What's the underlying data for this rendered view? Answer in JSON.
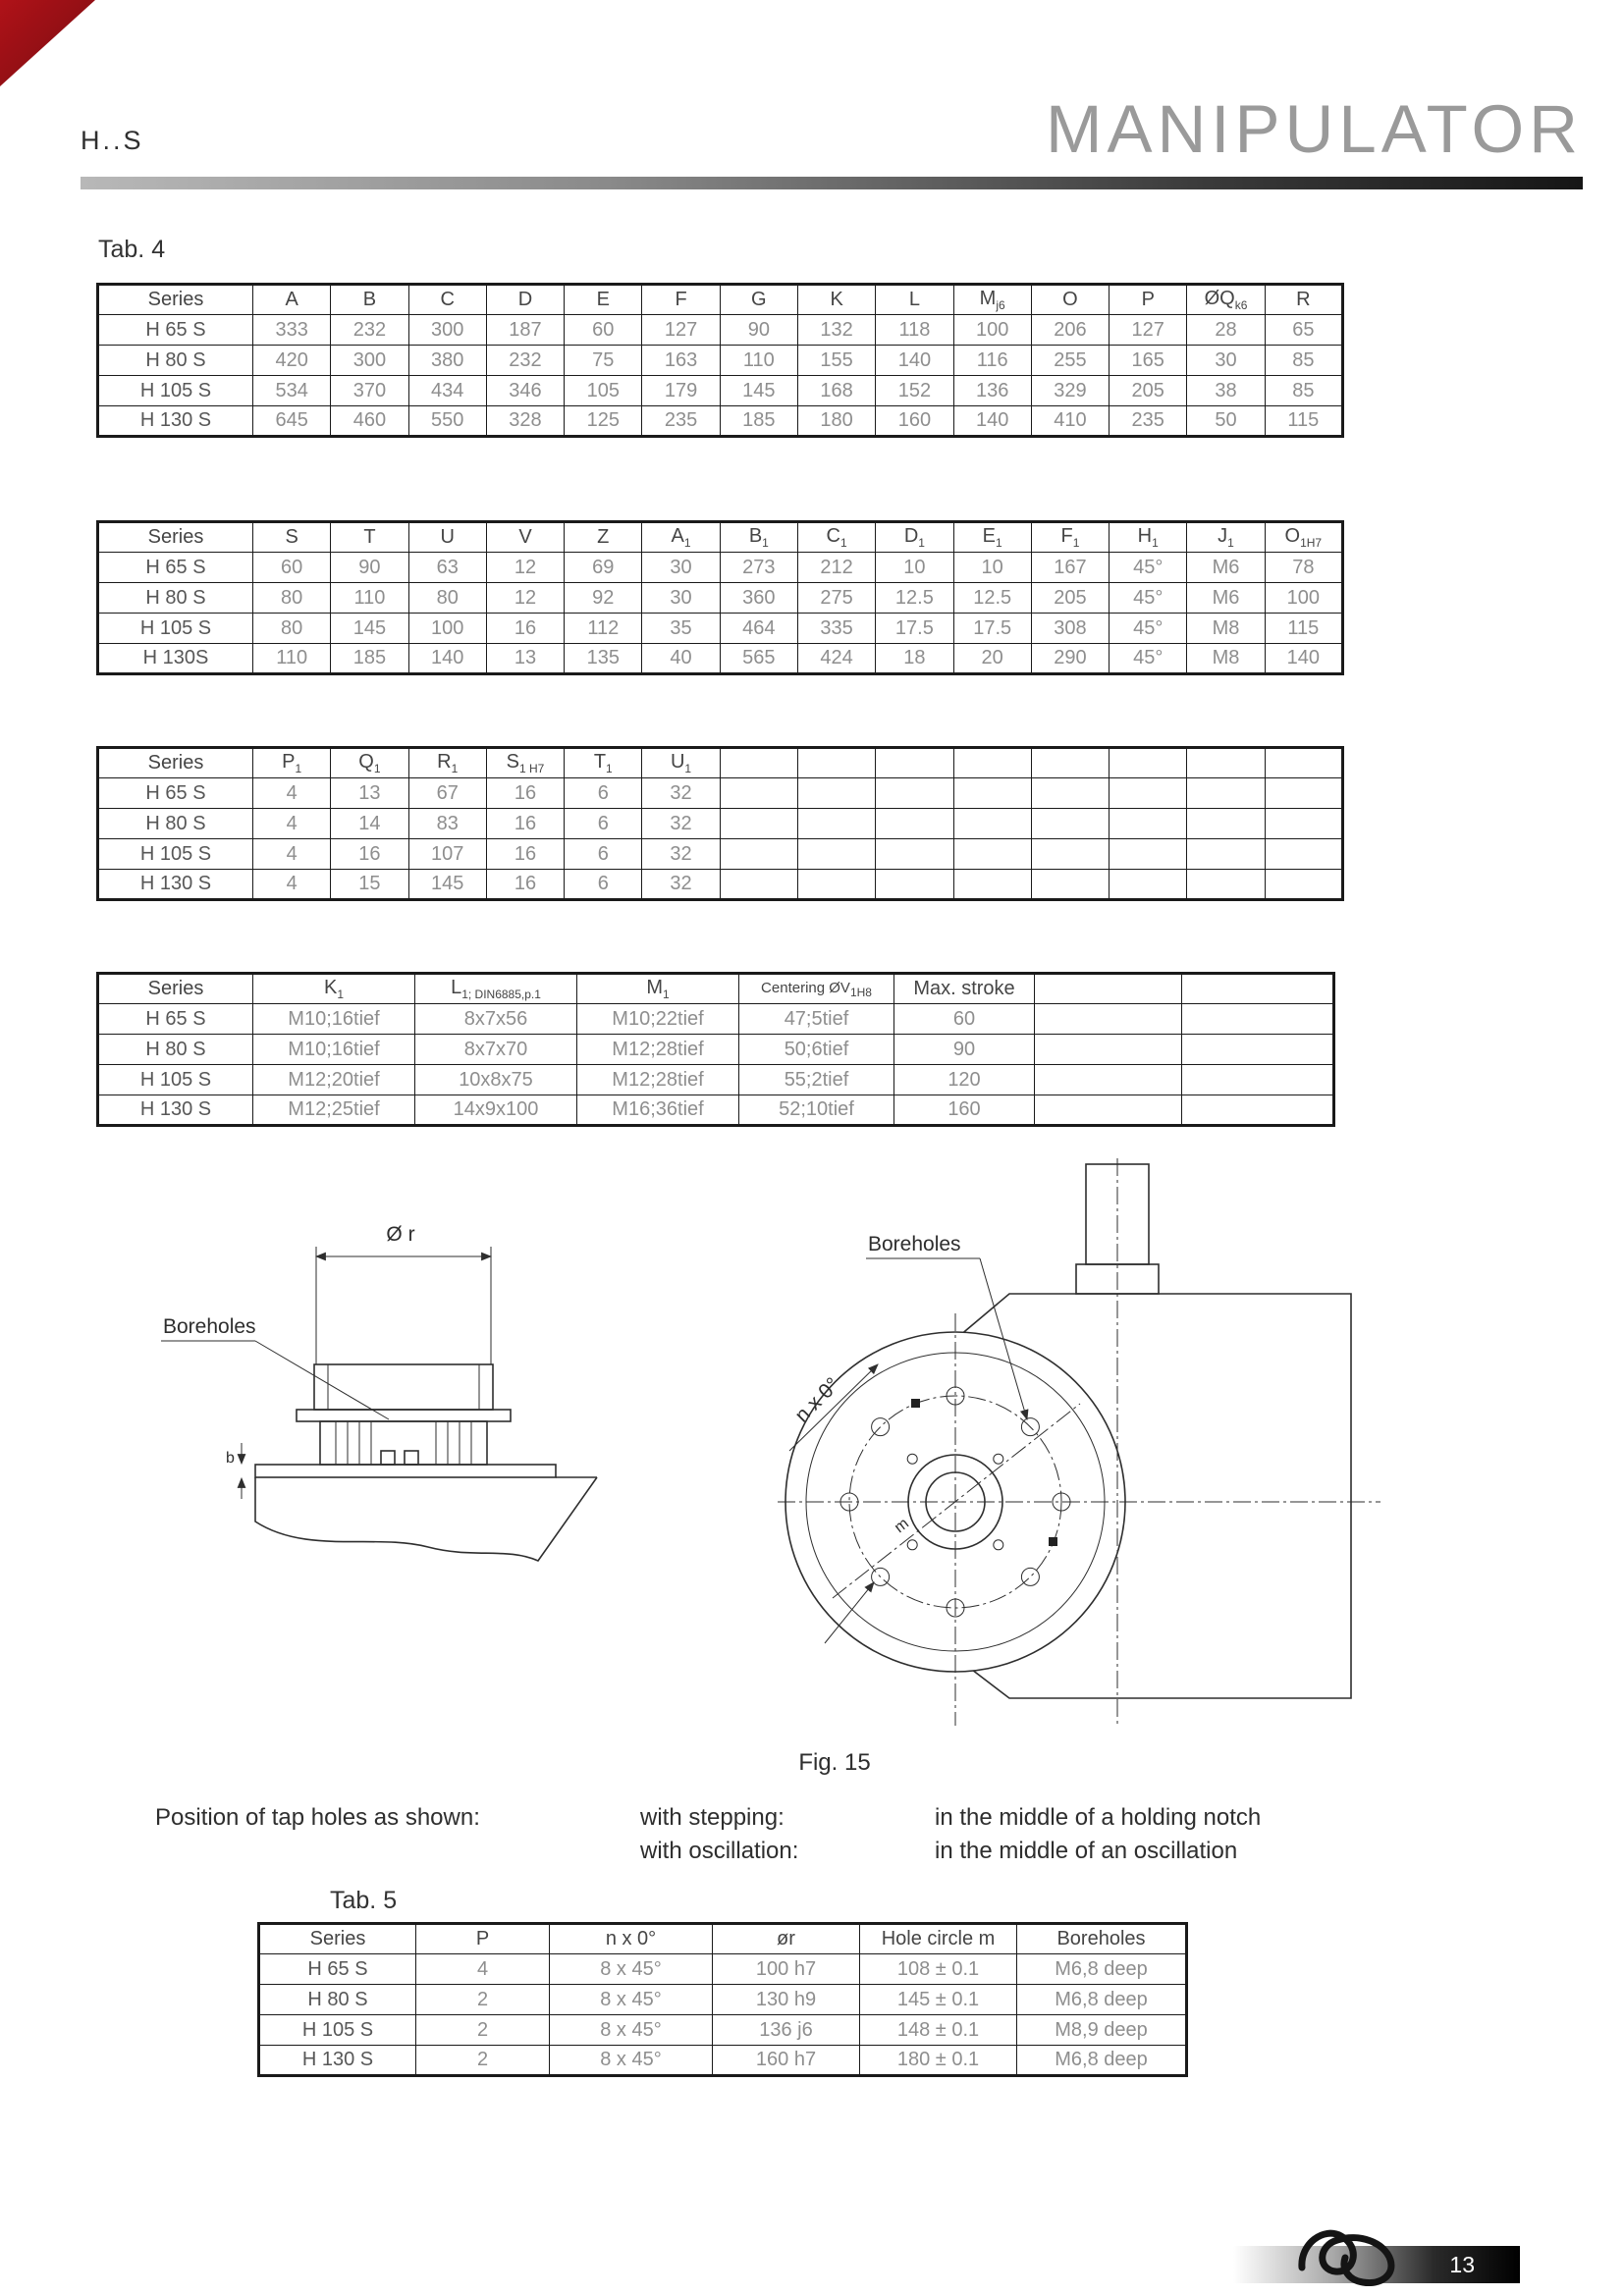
{
  "page": {
    "code": "H..S",
    "brand": "MANIPULATOR",
    "page_number": "13",
    "accent_color": "#b01218"
  },
  "labels": {
    "tab4": "Tab. 4",
    "tab5": "Tab. 5",
    "fig_caption": "Fig. 15"
  },
  "notes": {
    "position_label": "Position of tap holes as shown:",
    "stepping_label": "with stepping:",
    "stepping_value": "in the middle of a holding notch",
    "oscillation_label": "with oscillation:",
    "oscillation_value": "in the middle of an oscillation"
  },
  "drawings": {
    "left": {
      "dim_label": "Ø r",
      "boreholes_label": "Boreholes",
      "b_label": "b"
    },
    "right": {
      "boreholes_label": "Boreholes",
      "n_label": "n x 0°",
      "m_label": "m"
    }
  },
  "tables": [
    {
      "name": "main-dimensions",
      "headers": [
        "Series",
        "A",
        "B",
        "C",
        "D",
        "E",
        "F",
        "G",
        "K",
        "L",
        [
          "M",
          "j6"
        ],
        "O",
        "P",
        [
          "ØQ",
          "k6"
        ],
        "R"
      ],
      "rows": [
        [
          "H 65 S",
          "333",
          "232",
          "300",
          "187",
          "60",
          "127",
          "90",
          "132",
          "118",
          "100",
          "206",
          "127",
          "28",
          "65"
        ],
        [
          "H 80 S",
          "420",
          "300",
          "380",
          "232",
          "75",
          "163",
          "110",
          "155",
          "140",
          "116",
          "255",
          "165",
          "30",
          "85"
        ],
        [
          "H 105 S",
          "534",
          "370",
          "434",
          "346",
          "105",
          "179",
          "145",
          "168",
          "152",
          "136",
          "329",
          "205",
          "38",
          "85"
        ],
        [
          "H 130 S",
          "645",
          "460",
          "550",
          "328",
          "125",
          "235",
          "185",
          "180",
          "160",
          "140",
          "410",
          "235",
          "50",
          "115"
        ]
      ]
    },
    {
      "name": "secondary-dimensions",
      "headers": [
        "Series",
        "S",
        "T",
        "U",
        "V",
        "Z",
        [
          "A",
          "1"
        ],
        [
          "B",
          "1"
        ],
        [
          "C",
          "1"
        ],
        [
          "D",
          "1"
        ],
        [
          "E",
          "1"
        ],
        [
          "F",
          "1"
        ],
        [
          "H",
          "1"
        ],
        [
          "J",
          "1"
        ],
        [
          "O",
          "1H7"
        ]
      ],
      "rows": [
        [
          "H 65 S",
          "60",
          "90",
          "63",
          "12",
          "69",
          "30",
          "273",
          "212",
          "10",
          "10",
          "167",
          "45°",
          "M6",
          "78"
        ],
        [
          "H 80 S",
          "80",
          "110",
          "80",
          "12",
          "92",
          "30",
          "360",
          "275",
          "12.5",
          "12.5",
          "205",
          "45°",
          "M6",
          "100"
        ],
        [
          "H 105 S",
          "80",
          "145",
          "100",
          "16",
          "112",
          "35",
          "464",
          "335",
          "17.5",
          "17.5",
          "308",
          "45°",
          "M8",
          "115"
        ],
        [
          "H 130S",
          "110",
          "185",
          "140",
          "13",
          "135",
          "40",
          "565",
          "424",
          "18",
          "20",
          "290",
          "45°",
          "M8",
          "140"
        ]
      ]
    },
    {
      "name": "tertiary-dimensions",
      "headers": [
        "Series",
        [
          "P",
          "1"
        ],
        [
          "Q",
          "1"
        ],
        [
          "R",
          "1"
        ],
        [
          "S",
          "1 H7"
        ],
        [
          "T",
          "1"
        ],
        [
          "U",
          "1"
        ],
        "",
        "",
        "",
        "",
        "",
        "",
        "",
        ""
      ],
      "rows": [
        [
          "H 65 S",
          "4",
          "13",
          "67",
          "16",
          "6",
          "32",
          "",
          "",
          "",
          "",
          "",
          "",
          "",
          ""
        ],
        [
          "H 80 S",
          "4",
          "14",
          "83",
          "16",
          "6",
          "32",
          "",
          "",
          "",
          "",
          "",
          "",
          "",
          ""
        ],
        [
          "H 105 S",
          "4",
          "16",
          "107",
          "16",
          "6",
          "32",
          "",
          "",
          "",
          "",
          "",
          "",
          "",
          ""
        ],
        [
          "H 130 S",
          "4",
          "15",
          "145",
          "16",
          "6",
          "32",
          "",
          "",
          "",
          "",
          "",
          "",
          "",
          ""
        ]
      ]
    },
    {
      "name": "thread-dimensions",
      "headers": [
        "Series",
        [
          "K",
          "1"
        ],
        [
          "L",
          "1; DIN6885,p.1"
        ],
        [
          "M",
          "1"
        ],
        [
          "Centering ØV",
          "1H8",
          "small"
        ],
        "Max. stroke",
        "",
        ""
      ],
      "rows": [
        [
          "H 65 S",
          "M10;16tief",
          "8x7x56",
          "M10;22tief",
          "47;5tief",
          "60",
          "",
          ""
        ],
        [
          "H 80 S",
          "M10;16tief",
          "8x7x70",
          "M12;28tief",
          "50;6tief",
          "90",
          "",
          ""
        ],
        [
          "H 105 S",
          "M12;20tief",
          "10x8x75",
          "M12;28tief",
          "55;2tief",
          "120",
          "",
          ""
        ],
        [
          "H 130 S",
          "M12;25tief",
          "14x9x100",
          "M16;36tief",
          "52;10tief",
          "160",
          "",
          ""
        ]
      ]
    },
    {
      "name": "boreholes-table",
      "headers": [
        "Series",
        "P",
        "n x 0°",
        "ør",
        "Hole circle m",
        "Boreholes"
      ],
      "rows": [
        [
          "H 65 S",
          "4",
          "8 x 45°",
          "100 h7",
          "108 ± 0.1",
          "M6,8 deep"
        ],
        [
          "H 80 S",
          "2",
          "8 x 45°",
          "130 h9",
          "145 ± 0.1",
          "M6,8 deep"
        ],
        [
          "H 105 S",
          "2",
          "8 x 45°",
          "136 j6",
          "148 ± 0.1",
          "M8,9 deep"
        ],
        [
          "H 130 S",
          "2",
          "8 x 45°",
          "160 h7",
          "180 ± 0.1",
          "M6,8 deep"
        ]
      ]
    }
  ]
}
